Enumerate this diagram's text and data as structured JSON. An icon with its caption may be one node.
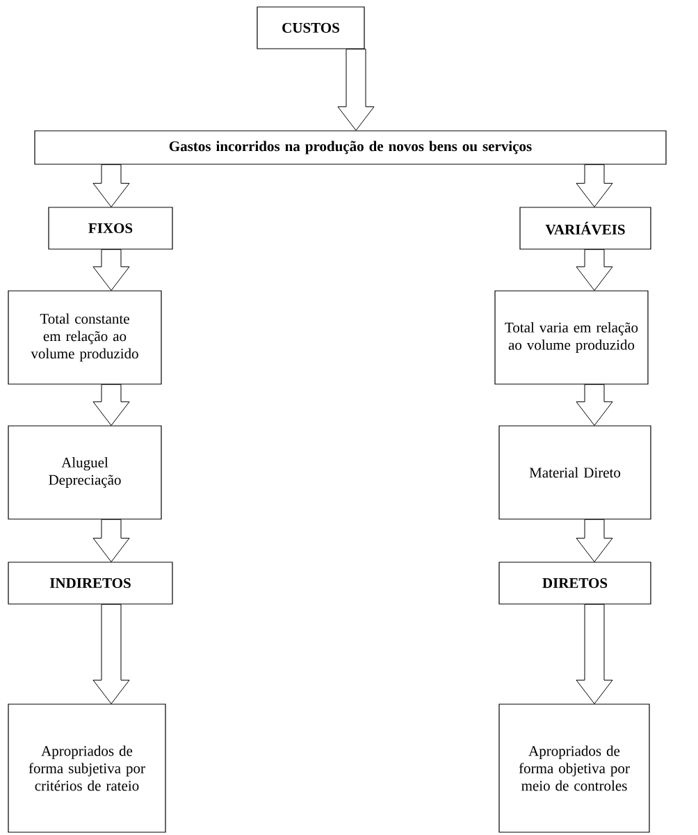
{
  "diagram": {
    "nodes": [
      {
        "text": [
          "CUSTOS"
        ]
      },
      {
        "text": [
          "Gastos incorridos na produção de novos bens ou serviços"
        ]
      },
      {
        "text": [
          "FIXOS"
        ]
      },
      {
        "text": [
          "VARIÁVEIS"
        ]
      },
      {
        "text": [
          "Total constante em relação ao volume produzido"
        ]
      },
      {
        "text": [
          "Total varia em relação ao volume produzido"
        ]
      },
      {
        "text": [
          "Aluguel",
          "Depreciação"
        ]
      },
      {
        "text": [
          "Material Direto"
        ]
      },
      {
        "text": [
          "INDIRETOS"
        ]
      },
      {
        "text": [
          "DIRETOS"
        ]
      },
      {
        "text": [
          "Apropriados de forma subjetiva por critérios de rateio"
        ]
      },
      {
        "text": [
          "Apropriados de forma objetiva por meio de controles"
        ]
      }
    ],
    "edges": [
      {
        "from": 0,
        "to": 1,
        "arrow": "to"
      },
      {
        "from": 1,
        "to": 2,
        "arrow": "to"
      },
      {
        "from": 1,
        "to": 3,
        "arrow": "to"
      },
      {
        "from": 2,
        "to": 4,
        "arrow": "to"
      },
      {
        "from": 3,
        "to": 5,
        "arrow": "to"
      },
      {
        "from": 4,
        "to": 6,
        "arrow": "to"
      },
      {
        "from": 5,
        "to": 7,
        "arrow": "to"
      },
      {
        "from": 6,
        "to": 8,
        "arrow": "to"
      },
      {
        "from": 7,
        "to": 9,
        "arrow": "to"
      },
      {
        "from": 8,
        "to": 10,
        "arrow": "to"
      },
      {
        "from": 9,
        "to": 11,
        "arrow": "to"
      }
    ]
  }
}
